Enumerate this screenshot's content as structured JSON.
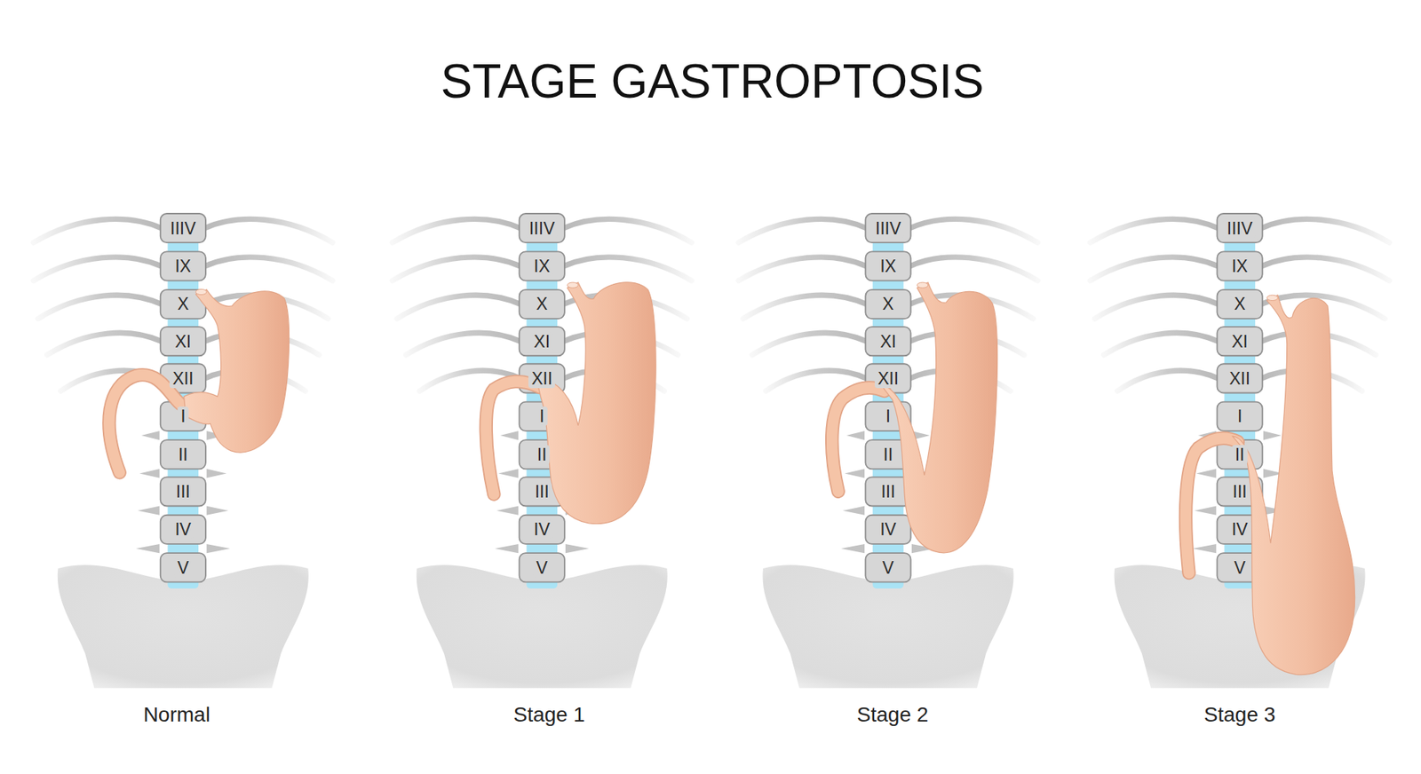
{
  "diagram": {
    "title": "STAGE GASTROPTOSIS",
    "labels": [
      "IIIV",
      "IX",
      "X",
      "XI",
      "XII",
      "I",
      "II",
      "III",
      "IV",
      "V",
      "Normal",
      "IIIV",
      "IX",
      "X",
      "XI",
      "XII",
      "I",
      "II",
      "III",
      "IV",
      "V",
      "Stage 1",
      "IIIV",
      "IX",
      "X",
      "XI",
      "XII",
      "I",
      "II",
      "III",
      "IV",
      "V",
      "Stage 2",
      "IIIV",
      "IX",
      "X",
      "XI",
      "XII",
      "I",
      "II",
      "III",
      "IV",
      "V",
      "Stage 3"
    ]
  }
}
